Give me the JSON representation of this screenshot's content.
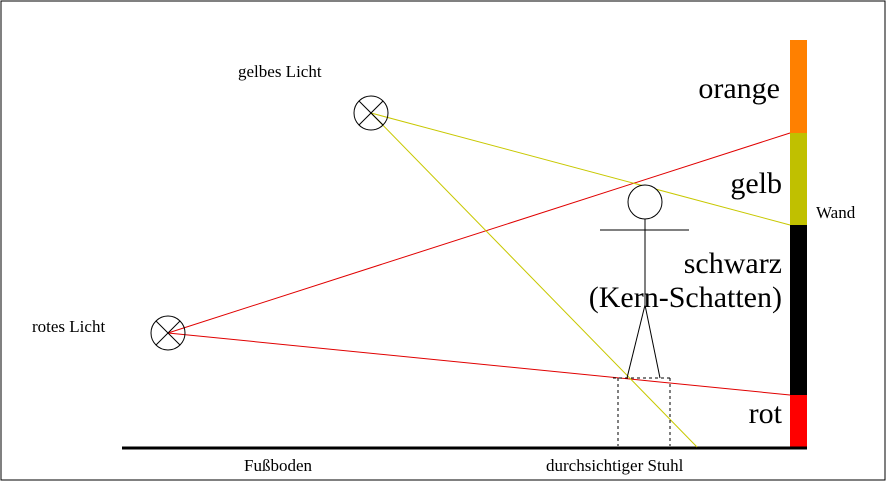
{
  "labels": {
    "yellow_light": "gelbes Licht",
    "red_light": "rotes Licht",
    "wall": "Wand",
    "floor": "Fußboden",
    "chair": "durchsichtiger Stuhl",
    "orange_band": "orange",
    "yellow_band": "gelb",
    "black_band": "schwarz",
    "core_shadow": "(Kern-Schatten)",
    "red_band": "rot"
  },
  "colors": {
    "orange": "#ff8000",
    "yellow": "#c0c000",
    "black": "#000000",
    "red": "#ff0000",
    "red_ray": "#e00000",
    "yellow_ray": "#c8c800"
  }
}
